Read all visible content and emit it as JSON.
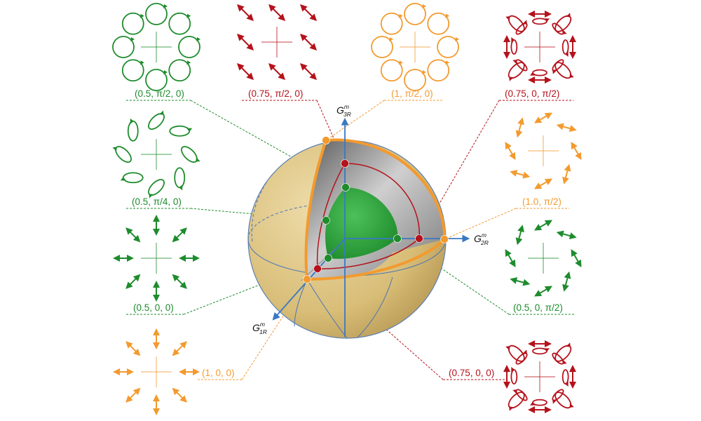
{
  "colors": {
    "green": "#1e8c2d",
    "red": "#b5121b",
    "orange": "#f39a2e",
    "blue": "#3a78c2",
    "sphere_fill": "#dcc281",
    "core_green": "#2ca43b",
    "shell_gray": "#8c8c8c"
  },
  "axes": {
    "g1": {
      "main": "G",
      "sup": "m",
      "sub": "1R"
    },
    "g2": {
      "main": "G",
      "sup": "m",
      "sub": "2R"
    },
    "g3": {
      "main": "G",
      "sup": "m",
      "sub": "3R"
    }
  },
  "labels": [
    {
      "id": "l-05-pi2-0",
      "text": "(0.5, π/2, 0)",
      "color": "green"
    },
    {
      "id": "l-075-pi2-0",
      "text": "(0.75, π/2, 0)",
      "color": "red"
    },
    {
      "id": "l-1-pi2-0",
      "text": "(1, π/2, 0)",
      "color": "orange"
    },
    {
      "id": "l-075-0-pi2",
      "text": "(0.75, 0, π/2)",
      "color": "red"
    },
    {
      "id": "l-05-pi4-0",
      "text": "(0.5, π/4, 0)",
      "color": "green"
    },
    {
      "id": "l-10-pi2",
      "text": "(1.0, π/2)",
      "color": "orange"
    },
    {
      "id": "l-05-0-0",
      "text": "(0.5, 0, 0)",
      "color": "green"
    },
    {
      "id": "l-05-0-pi2",
      "text": "(0.5, 0, π/2)",
      "color": "green"
    },
    {
      "id": "l-1-0-0",
      "text": "(1, 0, 0)",
      "color": "orange"
    },
    {
      "id": "l-075-0-0",
      "text": "(0.75, 0, 0)",
      "color": "red"
    }
  ]
}
